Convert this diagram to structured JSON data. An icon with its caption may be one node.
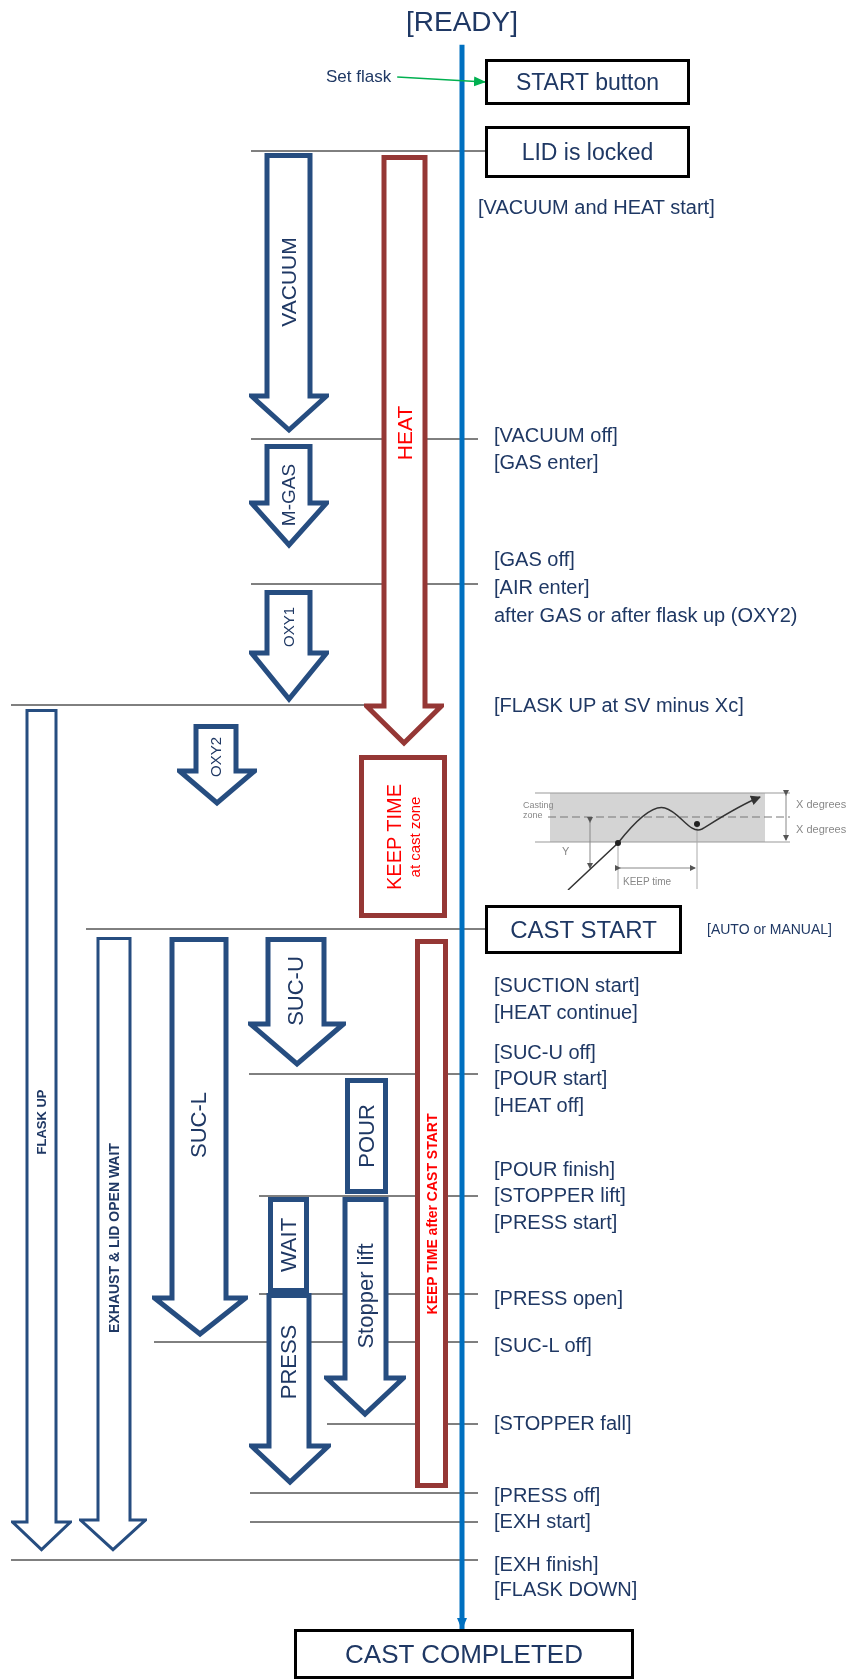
{
  "diagram": {
    "nodes": [
      {
        "text": [
          "[READY]"
        ]
      },
      {
        "text": [
          "Set flask"
        ]
      },
      {
        "text": [
          "START button"
        ]
      },
      {
        "text": [
          "LID is locked"
        ]
      },
      {
        "text": [
          "VACUUM"
        ]
      },
      {
        "text": [
          "HEAT"
        ]
      },
      {
        "text": [
          "M-GAS"
        ]
      },
      {
        "text": [
          "OXY1"
        ]
      },
      {
        "text": [
          "FLASK UP"
        ]
      },
      {
        "text": [
          "OXY2"
        ]
      },
      {
        "text": [
          "KEEP TIME",
          "at cast zone"
        ]
      },
      {
        "text": [
          "CAST START"
        ],
        "beside": [
          "[AUTO or MANUAL]"
        ]
      },
      {
        "text": [
          "EXHAUST & LID OPEN WAIT"
        ]
      },
      {
        "text": [
          "SUC-L"
        ]
      },
      {
        "text": [
          "SUC-U"
        ]
      },
      {
        "text": [
          "KEEP TIME after CAST START"
        ]
      },
      {
        "text": [
          "POUR"
        ]
      },
      {
        "text": [
          "WAIT"
        ]
      },
      {
        "text": [
          "Stopper lift"
        ]
      },
      {
        "text": [
          "PRESS"
        ]
      },
      {
        "text": [
          "CAST COMPLETED"
        ]
      }
    ],
    "edges": [
      {
        "from": 0,
        "to": 20,
        "arrow": "to",
        "style": "thick",
        "color": "#0070c0"
      },
      {
        "from": 1,
        "to": 2,
        "arrow": "to",
        "color": "#00b050"
      }
    ],
    "labels": [
      "[VACUUM and HEAT start]",
      "[VACUUM off]",
      "[GAS enter]",
      "[GAS off]",
      "[AIR enter]",
      "after GAS or after flask up (OXY2)",
      "[FLASK UP at SV minus Xc]",
      "Casting zone",
      "X degrees",
      "X degrees",
      "Y",
      "KEEP time",
      "[SUCTION start]",
      "[HEAT continue]",
      "[SUC-U off]",
      "[POUR start]",
      "[HEAT off]",
      "[POUR finish]",
      "[STOPPER lift]",
      "[PRESS start]",
      "[PRESS open]",
      "[SUC-L off]",
      "[STOPPER fall]",
      "[PRESS off]",
      "[EXH start]",
      "[EXH finish]",
      "[FLASK DOWN]"
    ]
  }
}
